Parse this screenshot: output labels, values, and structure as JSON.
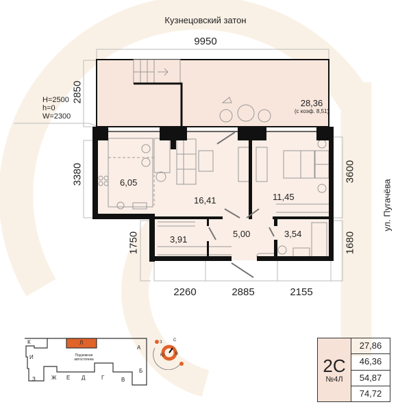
{
  "header": {
    "street_top": "Кузнецовский затон",
    "street_right": "ул. Пугачёва"
  },
  "window_spec": {
    "h_total": "H=2500",
    "h_sill": "h=0",
    "width": "W=2300"
  },
  "dimensions": {
    "top": "9950",
    "left_terrace": "2850",
    "left_main": "3380",
    "left_lower": "1750",
    "right_main": "3600",
    "right_lower": "1680",
    "bottom": [
      "2260",
      "2885",
      "2155"
    ]
  },
  "rooms": {
    "terrace": {
      "area": "28,36",
      "note": "(с коэф. 8,51)"
    },
    "kitchen": "6,05",
    "living": "16,41",
    "bedroom": "11,45",
    "wardrobe": "3,91",
    "hall": "5,00",
    "bathroom": "3,54"
  },
  "keyplan": {
    "sections": [
      "К",
      "Л",
      "А",
      "И",
      "Б",
      "З",
      "Ж",
      "Е",
      "Д",
      "Г",
      "В"
    ],
    "highlighted": "Л",
    "center_label": "Подземная автостоянка",
    "compass": [
      "С",
      "В",
      "Ю",
      "З"
    ]
  },
  "summary": {
    "type": "2С",
    "number": "№4Л",
    "values": [
      "27,86",
      "46,36",
      "54,87",
      "74,72"
    ]
  },
  "colors": {
    "accent": "#e0632a",
    "floor": "#f8e6dc",
    "wall": "#111111",
    "watermark": "#faf1e6"
  }
}
